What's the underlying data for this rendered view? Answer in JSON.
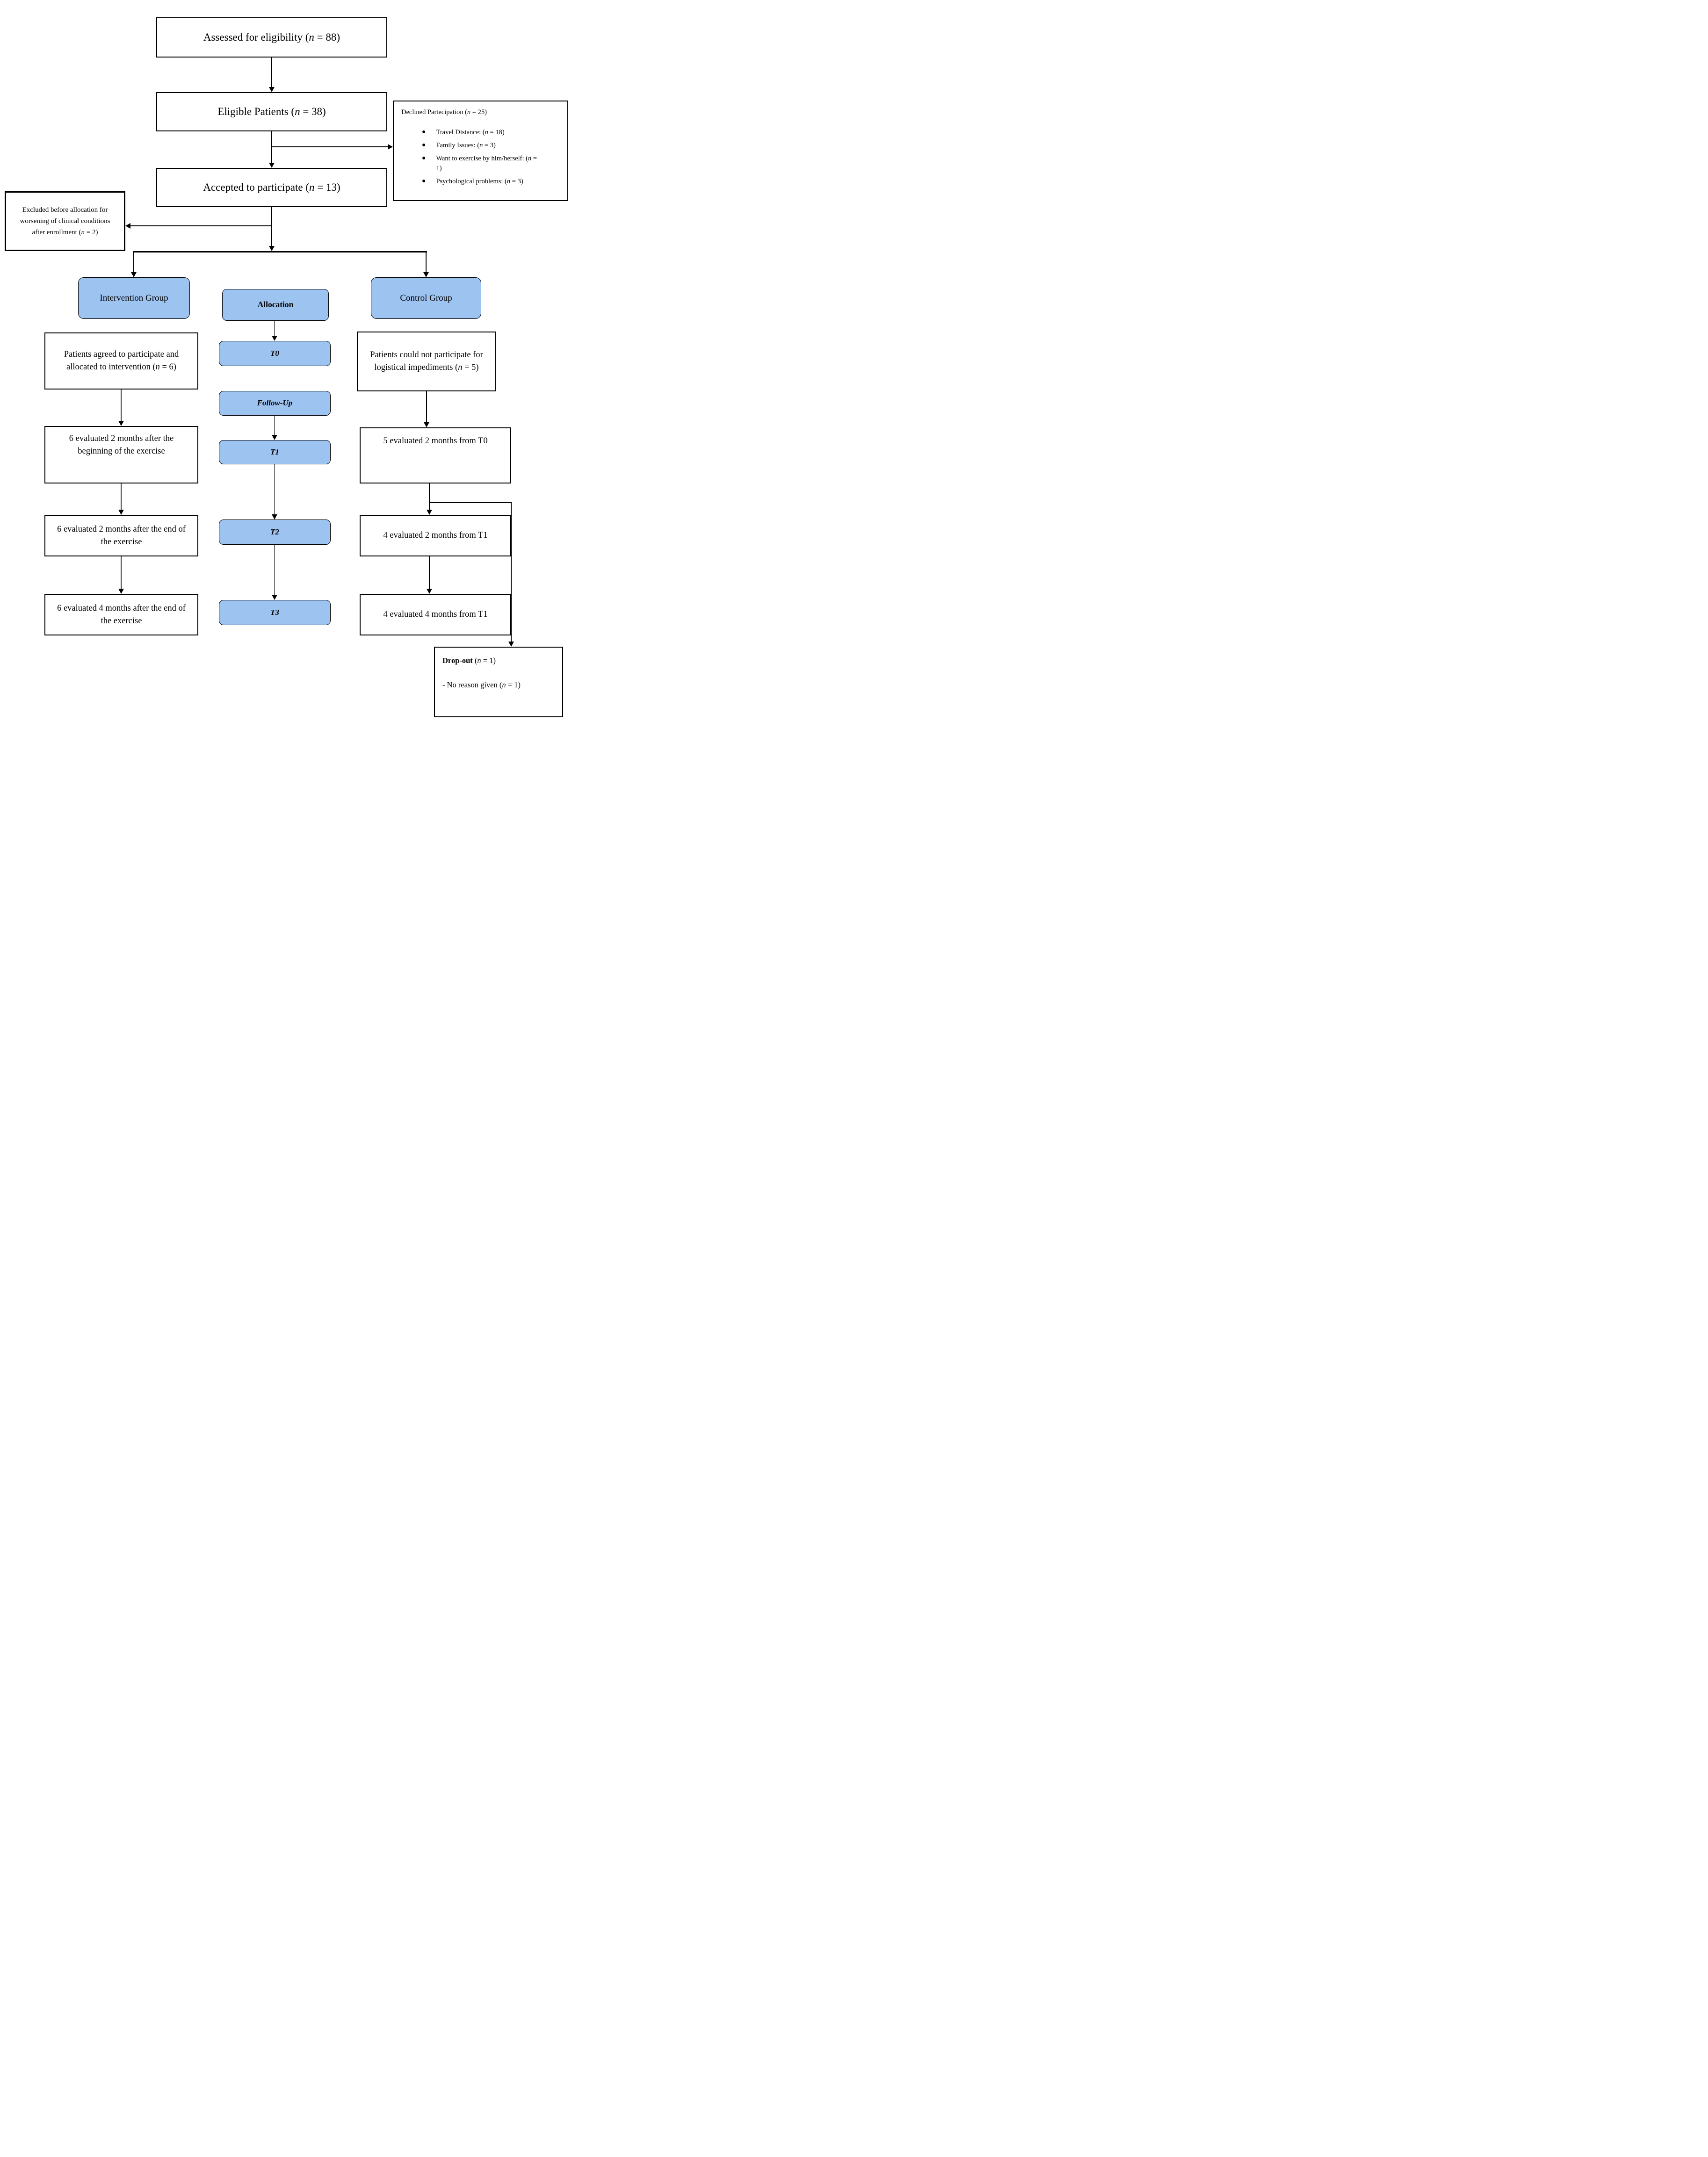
{
  "diagram": {
    "assessed": "Assessed for eligibility (n = 88)",
    "eligible": "Eligible Patients (n = 38)",
    "accepted": "Accepted to participate (n = 13)",
    "declined": {
      "title": "Declined Partecipation (n = 25)",
      "items": [
        "Travel Distance: (n = 18)",
        "Family Issues: (n = 3)",
        "Want to exercise by him/herself: (n = 1)",
        "Psychological problems: (n = 3)"
      ]
    },
    "excluded": "Excluded before allocation for worsening of clinical conditions after enrollment (n = 2)",
    "columns": {
      "intervention": {
        "header": "Intervention Group",
        "steps": [
          "Patients agreed to participate and allocated to intervention (n = 6)",
          "6 evaluated 2 months after the beginning of the exercise",
          "6 evaluated 2 months after the end of the exercise",
          "6 evaluated 4 months after the end of the exercise"
        ]
      },
      "timeline": {
        "header": "Allocation",
        "steps": [
          "T0",
          "Follow-Up",
          "T1",
          "T2",
          "T3"
        ]
      },
      "control": {
        "header": "Control Group",
        "steps": [
          "Patients could not participate for logistical impediments (n = 5)",
          "5 evaluated 2 months from T0",
          "4 evaluated 2 months from T1",
          "4 evaluated 4 months from T1"
        ]
      }
    },
    "dropout": {
      "title": "Drop-out",
      "n": "(n = 1)",
      "reason": "- No reason given (n = 1)"
    },
    "colors": {
      "node_fill": "#9dc3f0",
      "node_border": "#000000"
    }
  }
}
